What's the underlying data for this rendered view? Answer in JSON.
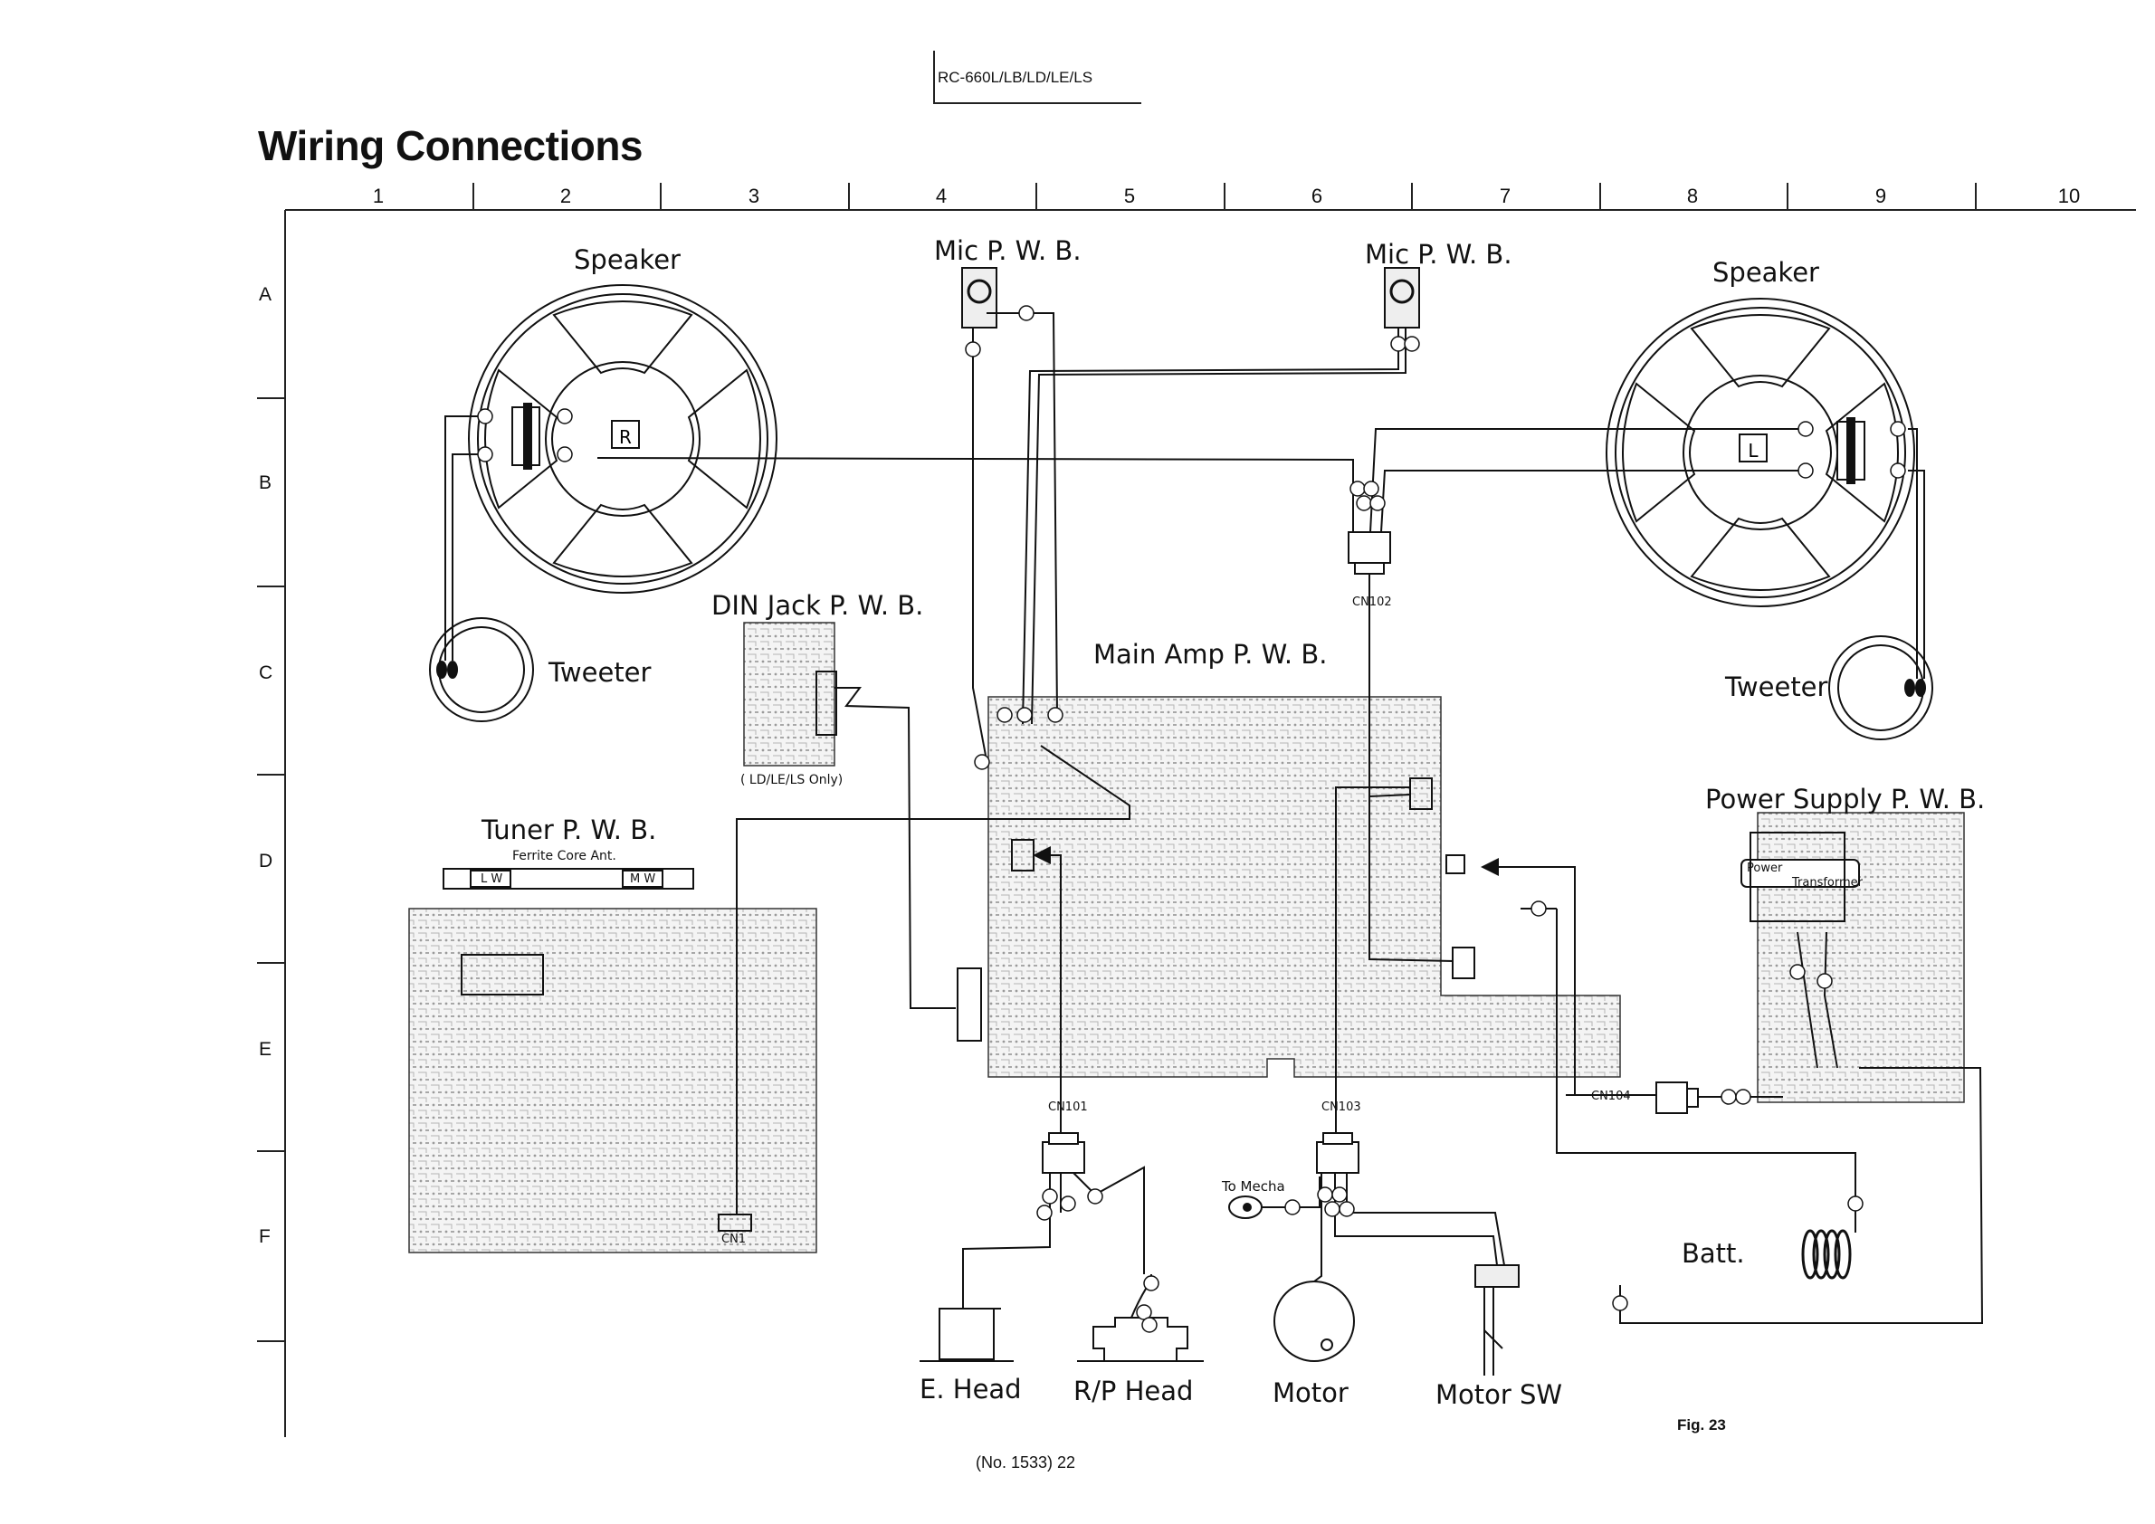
{
  "header": {
    "model_code": "RC-660L/LB/LD/LE/LS",
    "title": "Wiring Connections"
  },
  "grid": {
    "columns": [
      "1",
      "2",
      "3",
      "4",
      "5",
      "6",
      "7",
      "8",
      "9",
      "10"
    ],
    "rows": [
      "A",
      "B",
      "C",
      "D",
      "E",
      "F"
    ]
  },
  "components": {
    "speaker_r": {
      "label": "Speaker",
      "channel": "R"
    },
    "speaker_l": {
      "label": "Speaker",
      "channel": "L"
    },
    "mic_left": {
      "label": "Mic P. W. B."
    },
    "mic_right": {
      "label": "Mic P. W. B."
    },
    "tweeter_left": {
      "label": "Tweeter"
    },
    "tweeter_right": {
      "label": "Tweeter"
    },
    "din_jack": {
      "label": "DIN Jack P. W. B.",
      "note": "( LD/LE/LS Only)"
    },
    "main_amp": {
      "label": "Main Amp P. W. B."
    },
    "tuner": {
      "label": "Tuner P. W. B.",
      "antenna": "Ferrite Core Ant.",
      "lw": "L W",
      "mw": "M W",
      "connector": "CN1"
    },
    "power_supply": {
      "label": "Power Supply P. W. B.",
      "transformer_line1": "Power",
      "transformer_line2": "Transformer"
    },
    "batt": {
      "label": "Batt."
    },
    "e_head": {
      "label": "E. Head"
    },
    "rp_head": {
      "label": "R/P Head"
    },
    "motor": {
      "label": "Motor"
    },
    "motor_sw": {
      "label": "Motor SW"
    },
    "to_mecha": {
      "label": "To Mecha"
    }
  },
  "connectors": {
    "cn101": "CN101",
    "cn102": "CN102",
    "cn103": "CN103",
    "cn104": "CN104"
  },
  "footer": {
    "fig": "Fig. 23",
    "page": "(No. 1533)   22"
  }
}
